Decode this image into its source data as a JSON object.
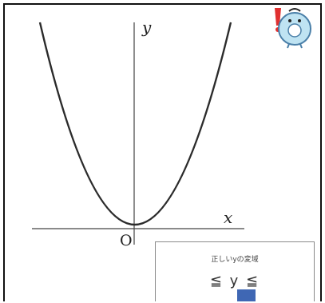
{
  "graph": {
    "y_axis_label": "y",
    "x_axis_label": "x",
    "origin_label": "O"
  },
  "range_panel": {
    "title": "正しいyの変域",
    "expression": "≦ y ≦"
  },
  "mascot": {
    "icon": "donut-mascot-icon",
    "body_color": "#bfe3f2",
    "accent_color": "#e03030"
  },
  "colors": {
    "curve": "#2b2b2b",
    "axis": "#444444",
    "cursor": "#3f67b4"
  }
}
